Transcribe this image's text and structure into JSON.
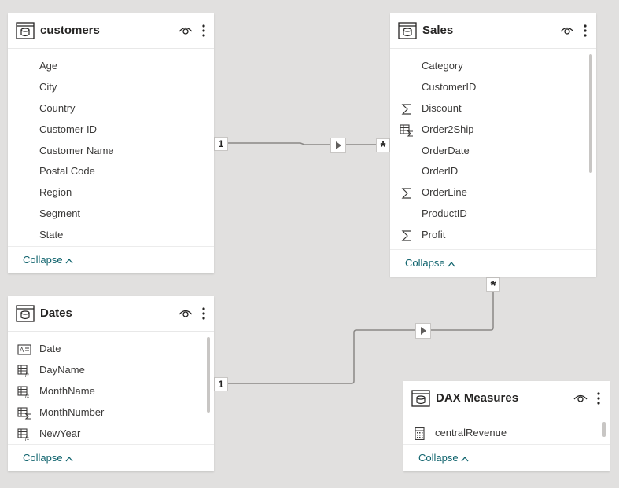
{
  "tables": {
    "customers": {
      "title": "customers",
      "fields": [
        "Age",
        "City",
        "Country",
        "Customer ID",
        "Customer Name",
        "Postal Code",
        "Region",
        "Segment",
        "State"
      ],
      "collapse_label": "Collapse"
    },
    "sales": {
      "title": "Sales",
      "fields": [
        {
          "name": "Category",
          "icon": "none"
        },
        {
          "name": "CustomerID",
          "icon": "none"
        },
        {
          "name": "Discount",
          "icon": "sigma-icon"
        },
        {
          "name": "Order2Ship",
          "icon": "table-sigma-icon"
        },
        {
          "name": "OrderDate",
          "icon": "none"
        },
        {
          "name": "OrderID",
          "icon": "none"
        },
        {
          "name": "OrderLine",
          "icon": "sigma-icon"
        },
        {
          "name": "ProductID",
          "icon": "none"
        },
        {
          "name": "Profit",
          "icon": "sigma-icon"
        }
      ],
      "collapse_label": "Collapse"
    },
    "dates": {
      "title": "Dates",
      "fields": [
        {
          "name": "Date",
          "icon": "text-field-icon"
        },
        {
          "name": "DayName",
          "icon": "calculated-column-icon"
        },
        {
          "name": "MonthName",
          "icon": "calculated-column-icon"
        },
        {
          "name": "MonthNumber",
          "icon": "table-sigma-icon"
        },
        {
          "name": "NewYear",
          "icon": "calculated-column-icon"
        }
      ],
      "collapse_label": "Collapse"
    },
    "dax_measures": {
      "title": "DAX Measures",
      "fields": [
        {
          "name": "centralRevenue",
          "icon": "calculator-icon"
        }
      ],
      "collapse_label": "Collapse"
    }
  },
  "relationships": [
    {
      "from": "customers",
      "to": "Sales",
      "one_label": "1",
      "many_label": "*"
    },
    {
      "from": "Dates",
      "to": "Sales",
      "one_label": "1",
      "many_label": "*"
    }
  ],
  "colors": {
    "canvas": "#e1e0df",
    "card": "#ffffff",
    "collapse_link": "#11646e",
    "line": "#605e5c"
  }
}
